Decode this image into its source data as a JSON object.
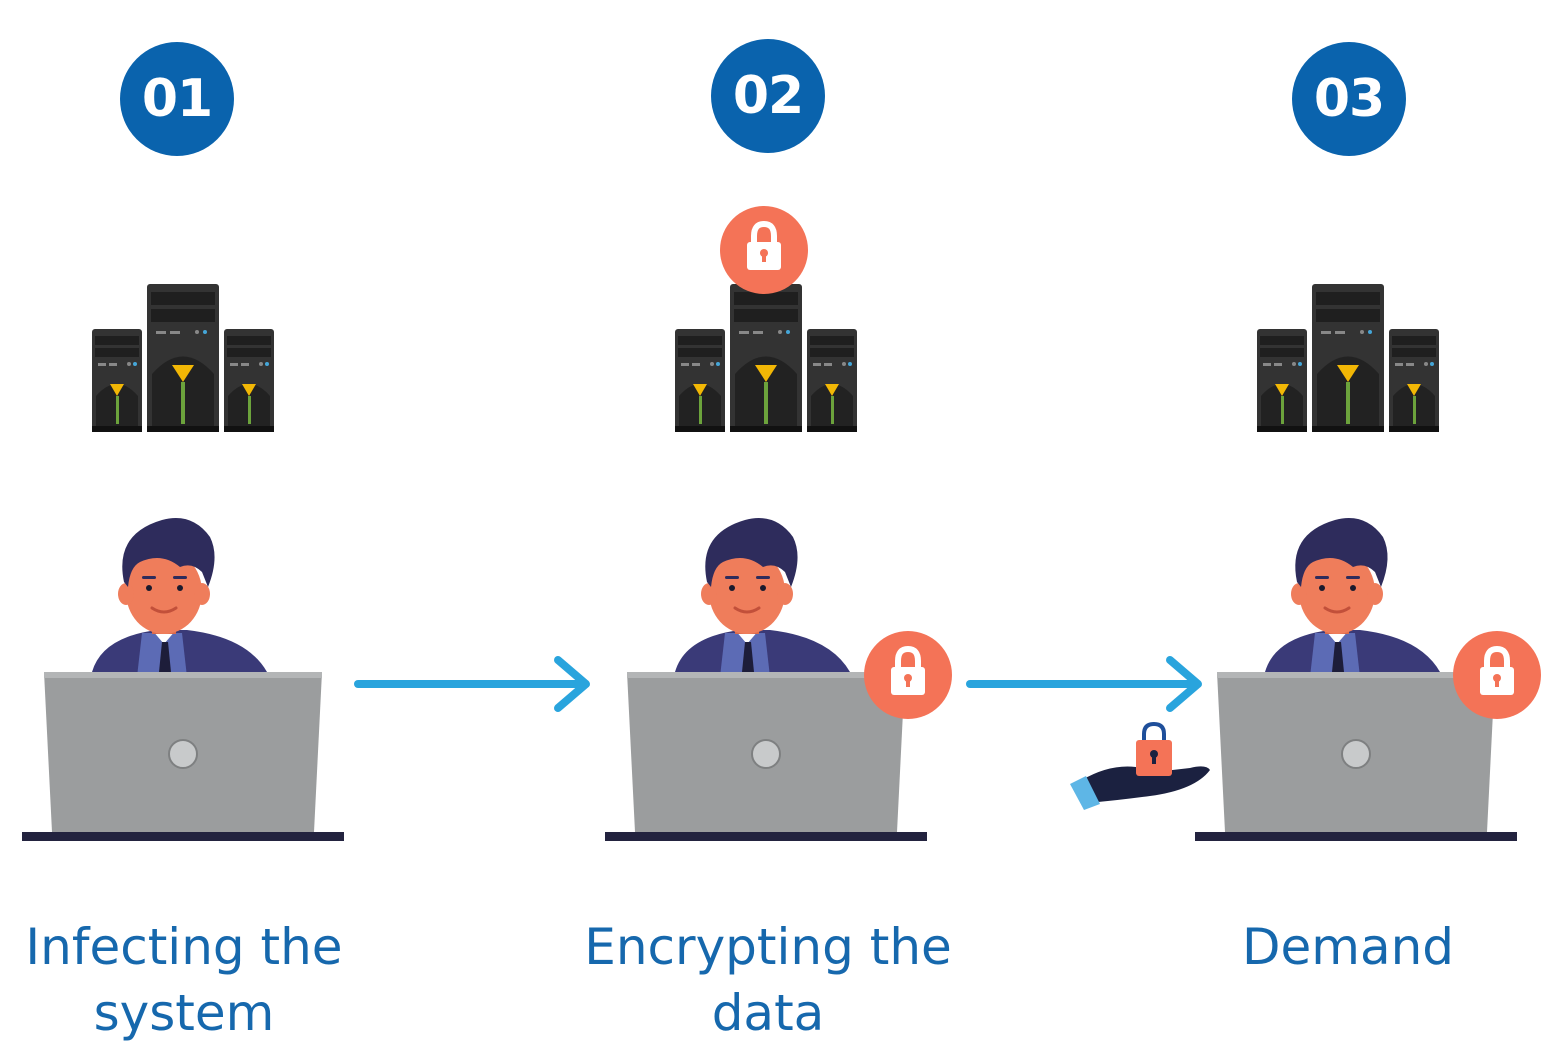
{
  "steps": [
    {
      "number": "01",
      "label": "Infecting the system"
    },
    {
      "number": "02",
      "label": "Encrypting the data"
    },
    {
      "number": "03",
      "label": "Demand"
    }
  ],
  "colors": {
    "badge": "#0a63ad",
    "label": "#1668ad",
    "arrow": "#29a4dd",
    "lock": "#f47357",
    "server": "#333333",
    "laptop": "#9b9d9e",
    "hair": "#2e2c5c",
    "skin": "#ef7d5b",
    "suit": "#3a3a78",
    "desk": "#23233f"
  },
  "icons": {
    "server": "server-tower-icon",
    "person": "person-at-laptop-icon",
    "lock": "padlock-icon",
    "arrow": "right-arrow-icon",
    "hand": "hand-holding-lock-icon"
  }
}
